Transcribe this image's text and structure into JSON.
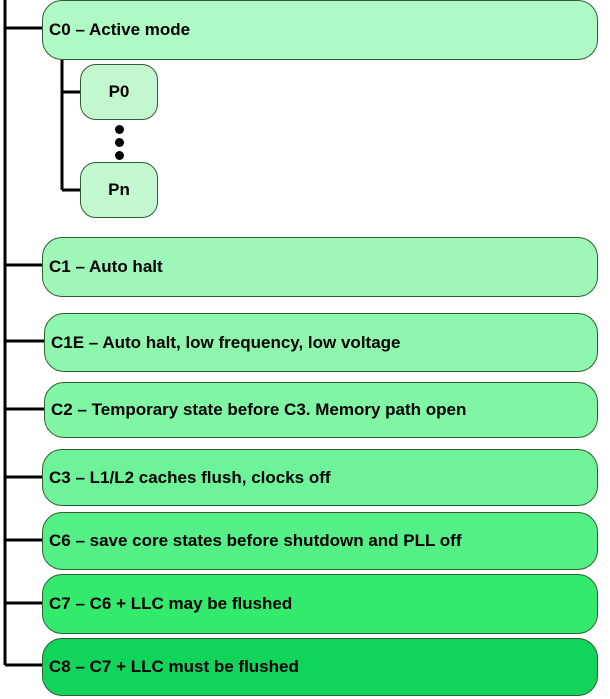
{
  "states": {
    "c0": "C0 – Active mode",
    "c1": "C1 – Auto halt",
    "c1e": "C1E – Auto halt, low frequency, low voltage",
    "c2": "C2 – Temporary state before C3. Memory path open",
    "c3": "C3 – L1/L2 caches flush, clocks off",
    "c6": "C6 – save core states before shutdown and PLL off",
    "c7": "C7 – C6 + LLC may be flushed",
    "c8": "C8 – C7 + LLC must be flushed"
  },
  "pstates": {
    "p0": "P0",
    "pn": "Pn"
  },
  "colors": {
    "c0": "#aef9c4",
    "c8": "#11d45a",
    "pstate": "#c3f7cf",
    "border": "#2f5f2f"
  }
}
